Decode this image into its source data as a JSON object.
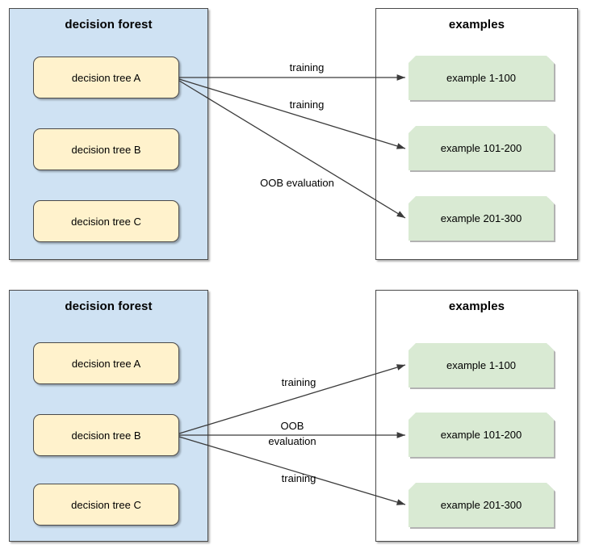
{
  "diagram": {
    "title_semantic": "out-of-bag-evaluation-decision-forest",
    "colors": {
      "forest_fill": "#cfe2f3",
      "tree_fill": "#fff2cc",
      "example_fill": "#d9ead3",
      "border": "#4a4a4a",
      "arrow": "#3b3b3b",
      "background": "#ffffff"
    },
    "sections": [
      {
        "id": "section-tree-a",
        "forest": {
          "title": "decision forest",
          "trees": [
            {
              "label": "decision tree A",
              "active": true
            },
            {
              "label": "decision tree B",
              "active": false
            },
            {
              "label": "decision tree C",
              "active": false
            }
          ]
        },
        "examples": {
          "title": "examples",
          "items": [
            {
              "label": "example 1-100"
            },
            {
              "label": "example 101-200"
            },
            {
              "label": "example 201-300"
            }
          ]
        },
        "edges": [
          {
            "from": "decision tree A",
            "to": "example 1-100",
            "label": "training",
            "label_lines": [
              "training"
            ]
          },
          {
            "from": "decision tree A",
            "to": "example 101-200",
            "label": "training",
            "label_lines": [
              "training"
            ]
          },
          {
            "from": "decision tree A",
            "to": "example 201-300",
            "label": "OOB evaluation",
            "label_lines": [
              "OOB evaluation"
            ]
          }
        ]
      },
      {
        "id": "section-tree-b",
        "forest": {
          "title": "decision forest",
          "trees": [
            {
              "label": "decision tree A",
              "active": false
            },
            {
              "label": "decision tree B",
              "active": true
            },
            {
              "label": "decision tree C",
              "active": false
            }
          ]
        },
        "examples": {
          "title": "examples",
          "items": [
            {
              "label": "example 1-100"
            },
            {
              "label": "example 101-200"
            },
            {
              "label": "example 201-300"
            }
          ]
        },
        "edges": [
          {
            "from": "decision tree B",
            "to": "example 1-100",
            "label": "training",
            "label_lines": [
              "training"
            ]
          },
          {
            "from": "decision tree B",
            "to": "example 101-200",
            "label": "OOB evaluation",
            "label_lines": [
              "OOB",
              "evaluation"
            ]
          },
          {
            "from": "decision tree B",
            "to": "example 201-300",
            "label": "training",
            "label_lines": [
              "training"
            ]
          }
        ]
      }
    ]
  }
}
